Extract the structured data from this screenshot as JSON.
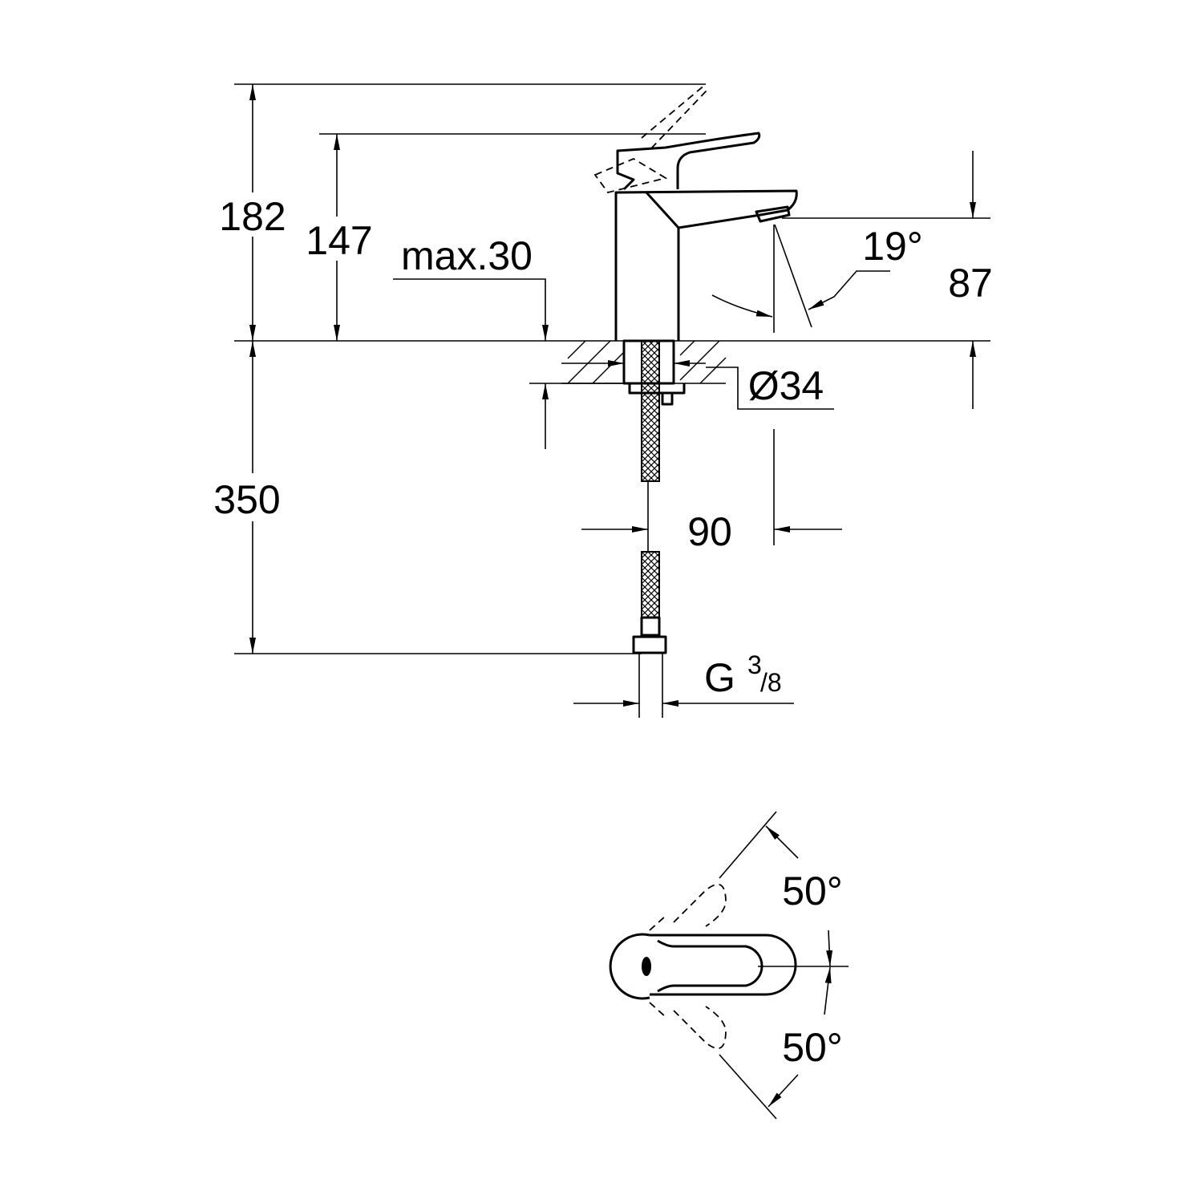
{
  "drawing": {
    "side_view": {
      "dim_total_height_lever_up": "182",
      "dim_height_lever": "147",
      "dim_max_counter_thickness": "max.30",
      "dim_spout_angle": "19°",
      "dim_spout_height": "87",
      "dim_hole_diameter": "Ø34",
      "dim_spout_reach": "90",
      "dim_hose_length": "350",
      "connection_thread_prefix": "G",
      "connection_thread_num": "3",
      "connection_thread_den": "/8"
    },
    "top_view": {
      "dim_lever_angle_upper": "50°",
      "dim_lever_angle_lower": "50°"
    }
  }
}
